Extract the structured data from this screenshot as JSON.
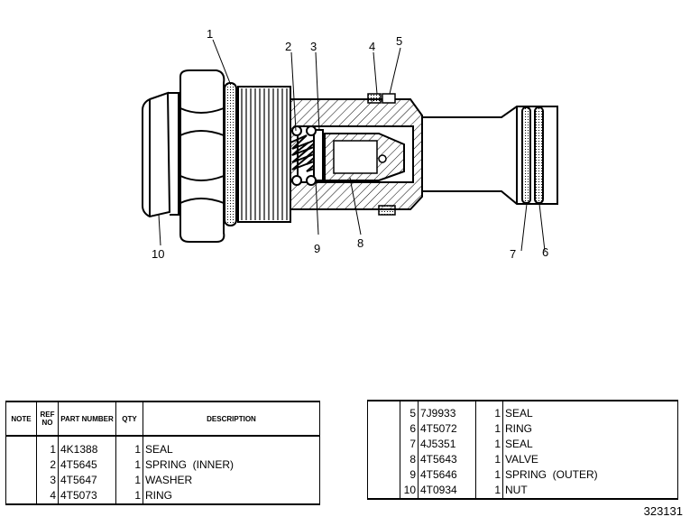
{
  "callouts": [
    "1",
    "2",
    "3",
    "4",
    "5",
    "6",
    "7",
    "8",
    "9",
    "10"
  ],
  "table_left": {
    "headers": {
      "note": "NOTE",
      "ref_no": "REF NO",
      "part_number": "PART NUMBER",
      "qty": "QTY",
      "description": "DESCRIPTION"
    },
    "rows": [
      {
        "ref": "1",
        "part": "4K1388",
        "qty": "1",
        "desc": "SEAL"
      },
      {
        "ref": "2",
        "part": "4T5645",
        "qty": "1",
        "desc": "SPRING  (INNER)"
      },
      {
        "ref": "3",
        "part": "4T5647",
        "qty": "1",
        "desc": "WASHER"
      },
      {
        "ref": "4",
        "part": "4T5073",
        "qty": "1",
        "desc": "RING"
      }
    ]
  },
  "table_right": {
    "rows": [
      {
        "ref": "5",
        "part": "7J9933",
        "qty": "1",
        "desc": "SEAL"
      },
      {
        "ref": "6",
        "part": "4T5072",
        "qty": "1",
        "desc": "RING"
      },
      {
        "ref": "7",
        "part": "4J5351",
        "qty": "1",
        "desc": "SEAL"
      },
      {
        "ref": "8",
        "part": "4T5643",
        "qty": "1",
        "desc": "VALVE"
      },
      {
        "ref": "9",
        "part": "4T5646",
        "qty": "1",
        "desc": "SPRING  (OUTER)"
      },
      {
        "ref": "10",
        "part": "4T0934",
        "qty": "1",
        "desc": "NUT"
      }
    ]
  },
  "figure_number": "323131"
}
